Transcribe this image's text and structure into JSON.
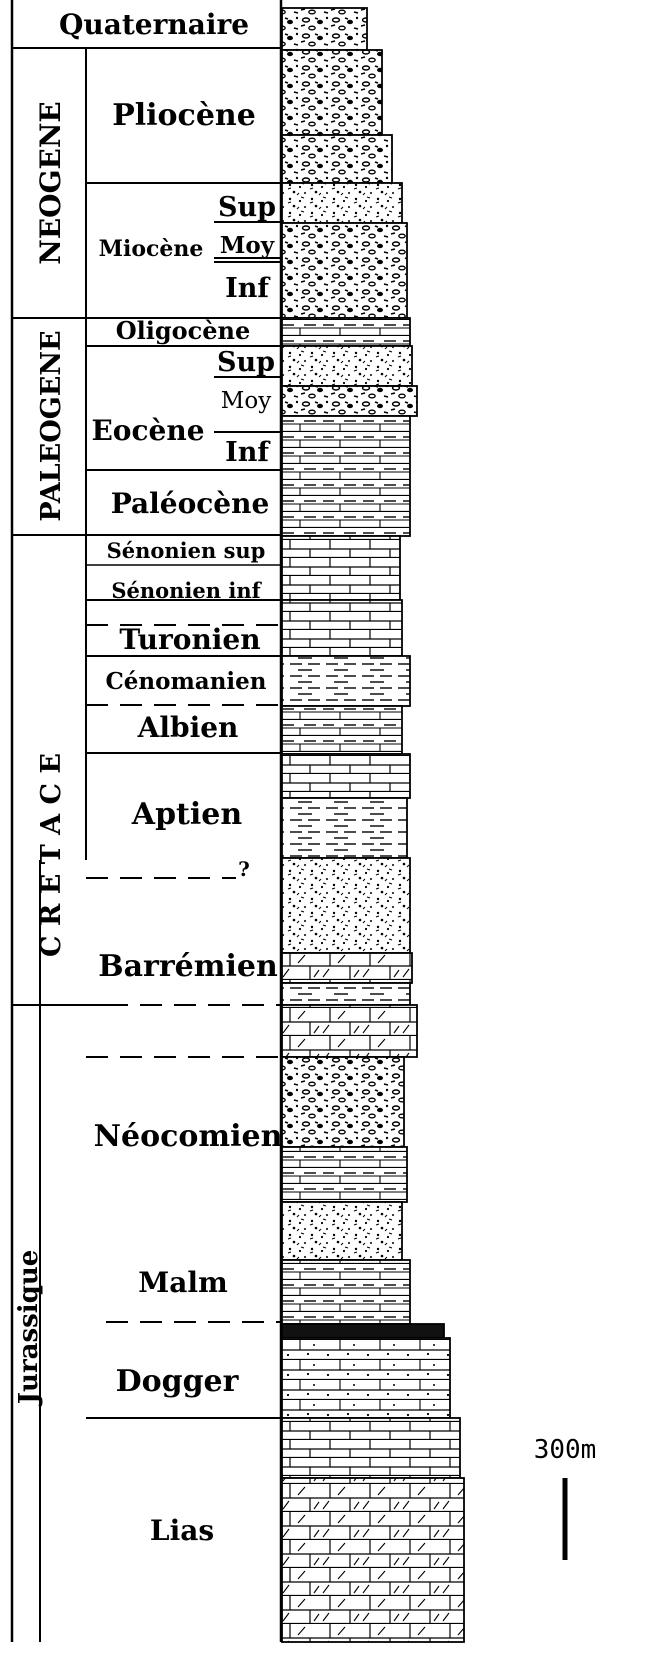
{
  "diagram": {
    "eras": {
      "quaternaire": "Quaternaire",
      "neogene": "NEOGENE",
      "paleogene": "PALEOGENE",
      "cretace": "C R E T A C E",
      "jurassique": "Jurassique"
    },
    "stages": {
      "pliocene": "Pliocène",
      "miocene": "Miocène",
      "miocene_sup": "Sup",
      "miocene_moy": "Moy",
      "miocene_inf": "Inf",
      "oligocene": "Oligocène",
      "eocene": "Eocène",
      "eocene_sup": "Sup",
      "eocene_moy": "Moy",
      "eocene_inf": "Inf",
      "paleocene": "Paléocène",
      "senonien_sup": "Sénonien sup",
      "senonien_inf": "Sénonien inf",
      "turonien": "Turonien",
      "cenomanien": "Cénomanien",
      "albien": "Albien",
      "aptien": "Aptien",
      "uncertain_mark": "?",
      "barremien": "Barrémien",
      "neocomien": "Néocomien",
      "malm": "Malm",
      "dogger": "Dogger",
      "lias": "Lias"
    },
    "scale": {
      "label": "300m",
      "value_m": 300
    },
    "lithology_sequence": [
      "conglomerate",
      "conglomerate",
      "conglomerate",
      "sandstone",
      "conglomerate",
      "marl-limestone",
      "sandstone",
      "conglomerate",
      "marl-limestone",
      "limestone",
      "marl",
      "limestone",
      "marl-limestone",
      "sandy-limestone",
      "dolomite",
      "conglomerate",
      "sandstone",
      "marl-limestone",
      "limestone",
      "dolomite"
    ]
  }
}
